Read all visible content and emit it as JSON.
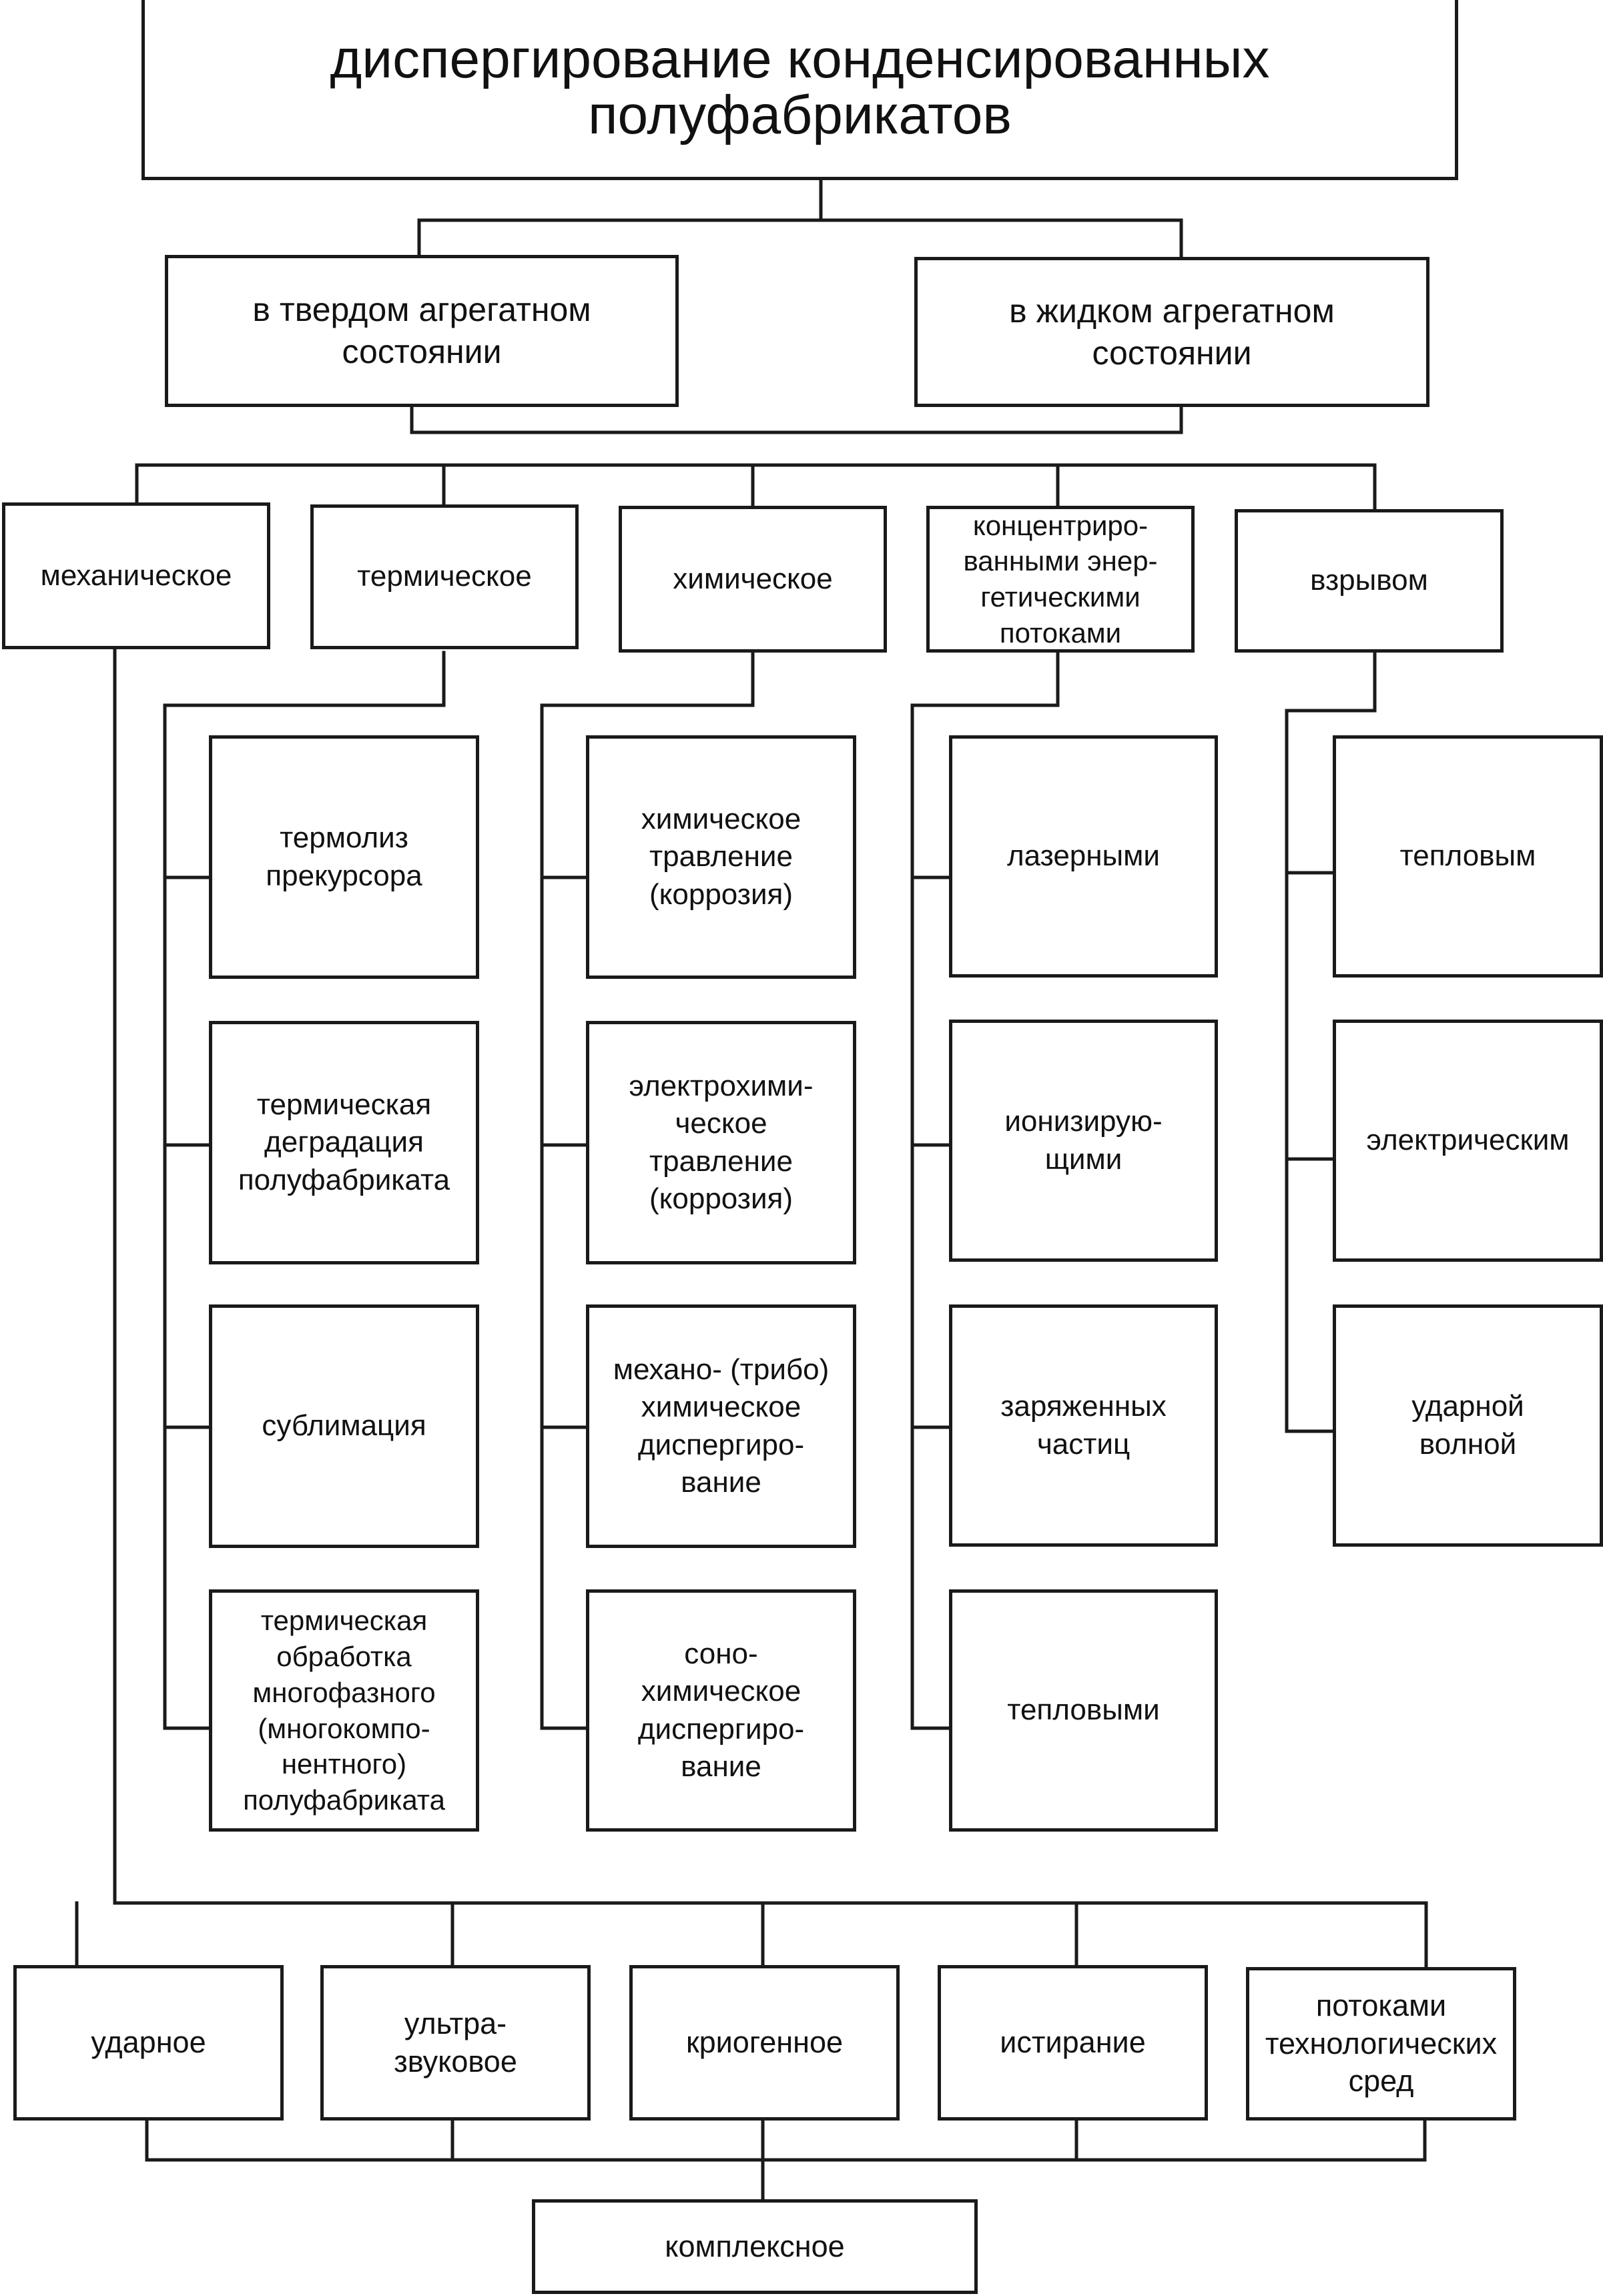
{
  "diagram": {
    "title": "диспергирование конденсированных\nполуфабрикатов",
    "states": {
      "solid": "в твердом агрегатном\nсостоянии",
      "liquid": "в жидком агрегатном\nсостоянии"
    },
    "categories": {
      "mechanical": "механическое",
      "thermal": "термическое",
      "chemical": "химическое",
      "energy": "концентриро-\nванными энер-\nгетическими\nпотоками",
      "explosion": "взрывом"
    },
    "thermal_methods": [
      "термолиз\nпрекурсора",
      "термическая\nдеградация\nполуфабриката",
      "сублимация",
      "термическая\nобработка\nмногофазного\n(многокомпо-\nнентного)\nполуфабриката"
    ],
    "chemical_methods": [
      "химическое\nтравление\n(коррозия)",
      "электрохими-\nческое\nтравление\n(коррозия)",
      "механо- (трибо)\nхимическое\nдиспергиро-\nвание",
      "соно-\nхимическое\nдиспергиро-\nвание"
    ],
    "energy_methods": [
      "лазерными",
      "ионизирую-\nщими",
      "заряженных\nчастиц",
      "тепловыми"
    ],
    "explosion_methods": [
      "тепловым",
      "электрическим",
      "ударной\nволной"
    ],
    "mechanical_methods": [
      "ударное",
      "ультра-\nзвуковое",
      "криогенное",
      "истирание",
      "потоками\nтехнологических\nсред"
    ],
    "combined": "комплексное"
  }
}
